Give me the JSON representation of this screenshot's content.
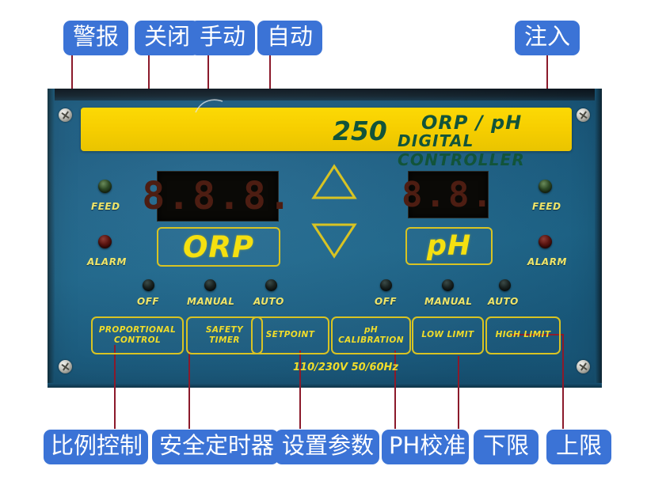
{
  "meta": {
    "subject": "ORP / pH digital controller front panel with annotated Chinese callout labels",
    "accent_blue": "#3b73d6",
    "leader_line_color": "#8b1a2b",
    "panel_blue": "#1d6a91",
    "plate_yellow": "#f6ce00",
    "text_green": "#12543a",
    "led_caption_yellow": "#efe56a"
  },
  "device": {
    "header": {
      "model": "250",
      "brand_line1": "ORP / pH",
      "brand_line2": "DIGITAL CONTROLLER"
    },
    "displays": [
      {
        "name": "orp",
        "value": "8.8.8.",
        "label": "ORP"
      },
      {
        "name": "ph",
        "value": "8.8.",
        "label": "pH"
      }
    ],
    "arrows": {
      "up": "triangle-up",
      "down": "triangle-down"
    },
    "left_indicators": [
      {
        "label": "FEED",
        "color": "green"
      },
      {
        "label": "ALARM",
        "color": "red"
      }
    ],
    "right_indicators": [
      {
        "label": "FEED",
        "color": "green"
      },
      {
        "label": "ALARM",
        "color": "red"
      }
    ],
    "orp_mode_leds": [
      {
        "label": "OFF"
      },
      {
        "label": "MANUAL"
      },
      {
        "label": "AUTO"
      }
    ],
    "ph_mode_leds": [
      {
        "label": "OFF"
      },
      {
        "label": "MANUAL"
      },
      {
        "label": "AUTO"
      }
    ],
    "buttons": [
      {
        "line1": "PROPORTIONAL",
        "line2": "CONTROL"
      },
      {
        "line1": "SAFETY",
        "line2": "TIMER"
      },
      {
        "line1": "SETPOINT",
        "line2": ""
      },
      {
        "line1": "pH",
        "line2": "CALIBRATION"
      },
      {
        "line1": "LOW LIMIT",
        "line2": ""
      },
      {
        "line1": "HIGH LIMIT",
        "line2": ""
      }
    ],
    "voltage": "110/230V 50/60Hz"
  },
  "callouts": {
    "top": [
      {
        "id": "alarm",
        "text": "警报"
      },
      {
        "id": "off",
        "text": "关闭"
      },
      {
        "id": "manual",
        "text": "手动"
      },
      {
        "id": "auto",
        "text": "自动"
      },
      {
        "id": "feed",
        "text": "注入"
      }
    ],
    "bottom": [
      {
        "id": "proportional-control",
        "text": "比例控制"
      },
      {
        "id": "safety-timer",
        "text": "安全定时器"
      },
      {
        "id": "setpoint",
        "text": "设置参数"
      },
      {
        "id": "ph-calibration",
        "text": "PH校准"
      },
      {
        "id": "low-limit",
        "text": "下限"
      },
      {
        "id": "high-limit",
        "text": "上限"
      }
    ]
  }
}
